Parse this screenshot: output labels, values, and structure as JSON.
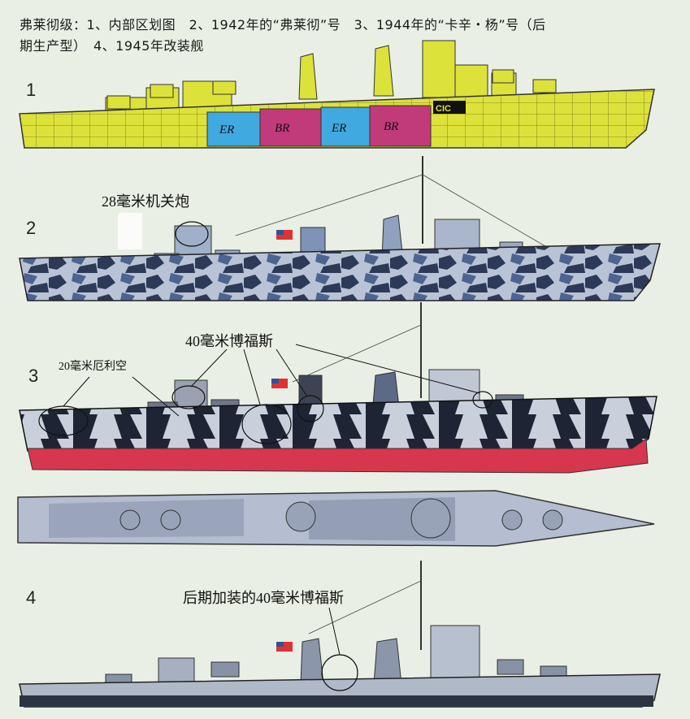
{
  "caption": {
    "line1": "弗莱彻级：1、内部区划图　2、1942年的“弗莱彻”号　3、1944年的“卡辛・杨”号（后",
    "line2": "期生产型）　4、1945年改装舰"
  },
  "figures": [
    {
      "number": "1",
      "compartments": [
        "ER",
        "BR",
        "ER",
        "BR"
      ],
      "cic": "CIC"
    },
    {
      "number": "2",
      "label": "28毫米机关炮"
    },
    {
      "number": "3",
      "label_small": "20毫米厄利空",
      "label_large": "40毫米博福斯"
    },
    {
      "number": "4",
      "label": "后期加装的40毫米博福斯"
    }
  ],
  "colors": {
    "background": "#e9efe4",
    "hull_yellow": "#dde23a",
    "engine_room": "#3fa9e0",
    "boiler_room": "#c13a7a",
    "camo_dark": "#2c3a58",
    "camo_light": "#b9c3d6",
    "hull_red": "#d6374e"
  }
}
